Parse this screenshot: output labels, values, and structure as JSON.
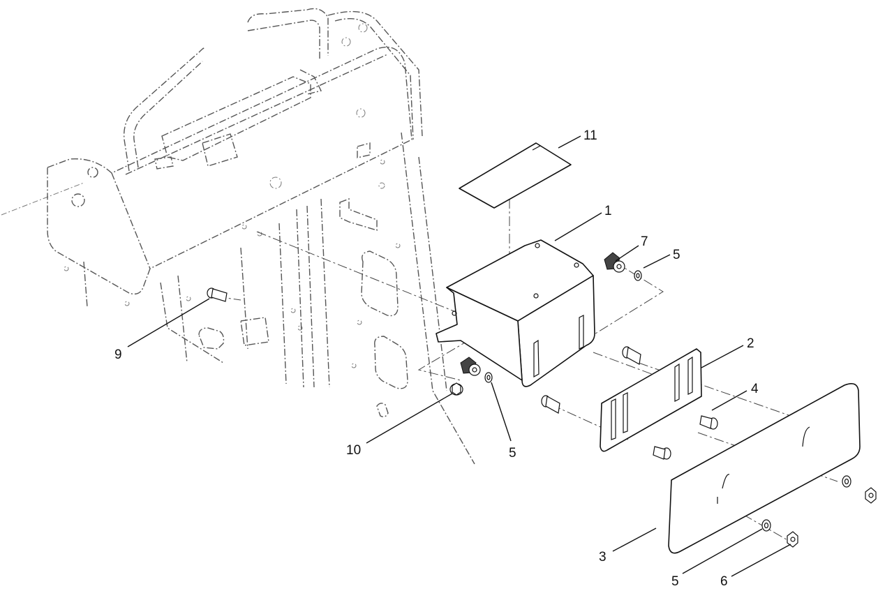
{
  "callouts": {
    "c1": "1",
    "c2": "2",
    "c3": "3",
    "c4": "4",
    "c5a": "5",
    "c5b": "5",
    "c5c": "5",
    "c6": "6",
    "c7": "7",
    "c9": "9",
    "c10": "10",
    "c11": "11"
  }
}
